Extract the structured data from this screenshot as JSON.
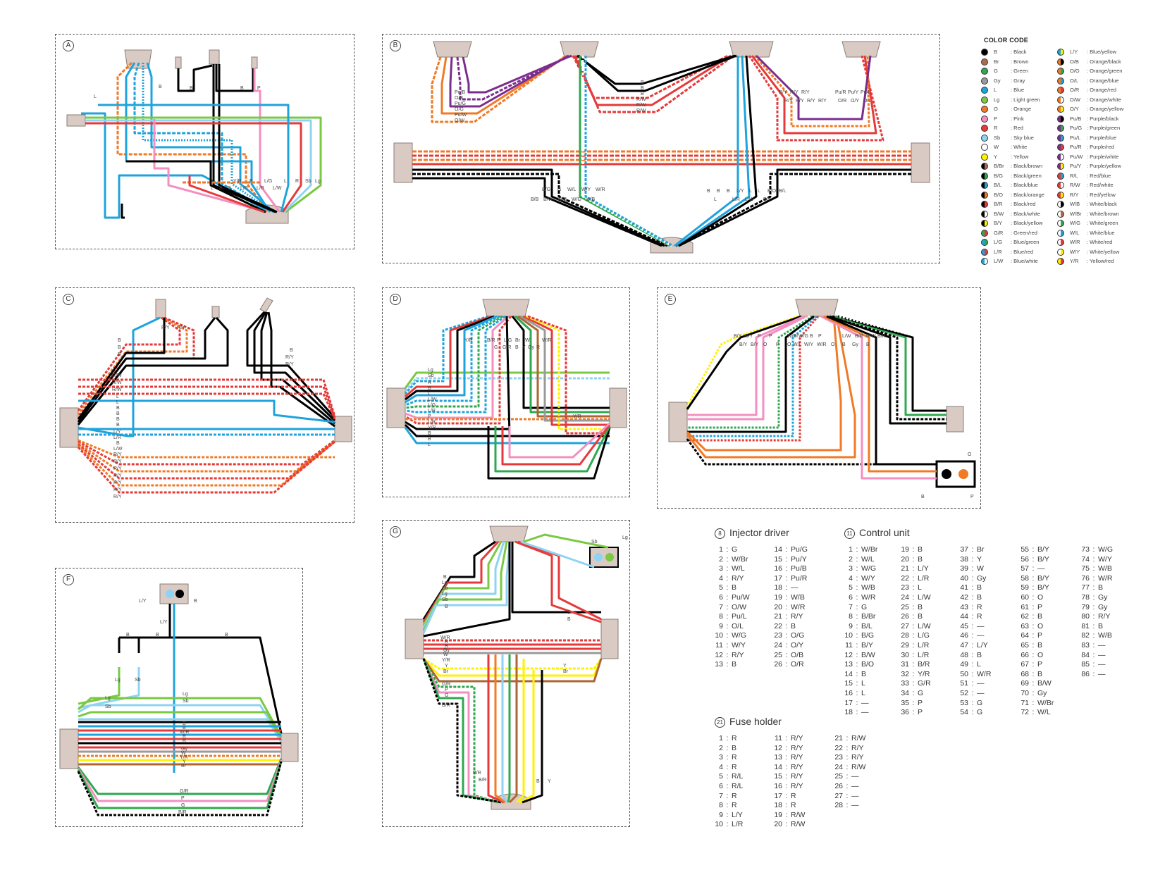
{
  "panels": {
    "a": {
      "letter": "A"
    },
    "b": {
      "letter": "B"
    },
    "c": {
      "letter": "C"
    },
    "d": {
      "letter": "D"
    },
    "e": {
      "letter": "E"
    },
    "f": {
      "letter": "F"
    },
    "g": {
      "letter": "G"
    }
  },
  "wire_labels": {
    "a_bottom": [
      "L",
      "B",
      "B",
      "Y/R",
      "L/R",
      "P",
      "L/R",
      "L/G",
      "L/W",
      "L",
      "R",
      "Sb",
      "Lg"
    ],
    "a_top": [
      "B",
      "B",
      "B",
      "P"
    ],
    "a_left": [
      "L"
    ],
    "b_left": [
      "Pu/B",
      "O/B",
      "Pu/G",
      "O/G",
      "Pu/W",
      "O/W"
    ],
    "b_top": [
      "B",
      "B",
      "B",
      "R/W",
      "R/W",
      "R/W"
    ],
    "b_right": [
      "R/Y",
      "R/Y",
      "R/Y",
      "R/Y",
      "R/Y",
      "R/Y",
      "R/Y",
      "Pu/R",
      "Pu/Y",
      "Pu/L",
      "O/R",
      "O/Y",
      "O/L"
    ],
    "b_bottom_left": [
      "B/G",
      "G",
      "W/L",
      "W/Y",
      "W/R",
      "B/B",
      "B/W",
      "W/B",
      "W/G",
      "W/B"
    ],
    "b_bottom_right": [
      "B",
      "B",
      "B",
      "L/Y",
      "L",
      "L",
      "B/O",
      "B/L",
      "L",
      "L/R",
      "L/W",
      "B/Y"
    ],
    "c_top": [
      "R/Y",
      "R/Y"
    ],
    "c_left": [
      "B",
      "B",
      "B",
      "R/W",
      "R/W",
      "R/W",
      "L",
      "L",
      "B",
      "B",
      "B",
      "B",
      "L/Y",
      "L/R",
      "B",
      "L/W",
      "R/Y",
      "R/Y",
      "R/Y",
      "R/Y",
      "R/Y",
      "R/Y",
      "R/Y"
    ],
    "c_right": [
      "B",
      "R/Y",
      "R/Y"
    ],
    "d_top": [
      "Y/R",
      "B/R",
      "P",
      "L/G",
      "Br",
      "W",
      "W/R",
      "G",
      "G/R",
      "B",
      "Y",
      "Gy",
      "R"
    ],
    "d_left": [
      "Lg",
      "Sb",
      "R",
      "B",
      "L",
      "L/W",
      "L/G",
      "L/R",
      "P",
      "L/R",
      "Y/R",
      "B",
      "B",
      "L"
    ],
    "d_right": [
      "Y/R"
    ],
    "e_top": [
      "B/Y",
      "B/Y",
      "P",
      "P",
      "W/Br",
      "W/G",
      "B",
      "P",
      "L/W",
      "B/R",
      "R/W",
      "B/R",
      "B/Y",
      "B/Y",
      "O",
      "P",
      "O",
      "W/L",
      "W/Y",
      "W/R",
      "O",
      "B",
      "Gy",
      "B"
    ],
    "e_connector": [
      "O",
      "B",
      "P"
    ],
    "f_connector": [
      "L/Y",
      "B"
    ],
    "f_labels": [
      "L/Y",
      "B",
      "B",
      "B",
      "Lg",
      "Sb",
      "Lg",
      "Sb",
      "Lg",
      "Sb",
      "B",
      "B",
      "W/R",
      "R",
      "R",
      "Gy",
      "W",
      "Y/R",
      "Y",
      "Br",
      "G/R",
      "P",
      "G",
      "B/R"
    ],
    "g_left": [
      "B",
      "Lg",
      "Sb",
      "Lg",
      "Sb",
      "B",
      "W/R",
      "R",
      "R",
      "Gy",
      "W",
      "Y/R",
      "Y",
      "Br",
      "G/R",
      "P",
      "G",
      "B/R",
      "B/R",
      "B/R"
    ],
    "g_right": [
      "B",
      "B",
      "Y",
      "Br"
    ],
    "g_connector": [
      "Sb",
      "Lg"
    ],
    "g_bottom": [
      "B",
      "Y"
    ]
  },
  "color_code": {
    "title": "COLOR CODE",
    "left": [
      {
        "code": "B",
        "name": ": Black",
        "color": "#000000"
      },
      {
        "code": "Br",
        "name": ": Brown",
        "color": "#b06b4f"
      },
      {
        "code": "G",
        "name": ": Green",
        "color": "#2fa84f"
      },
      {
        "code": "Gy",
        "name": ": Gray",
        "color": "#9a9a9a"
      },
      {
        "code": "L",
        "name": ": Blue",
        "color": "#1fa3dc"
      },
      {
        "code": "Lg",
        "name": ": Light green",
        "color": "#7ac943"
      },
      {
        "code": "O",
        "name": ": Orange",
        "color": "#f07a26"
      },
      {
        "code": "P",
        "name": ": Pink",
        "color": "#f48fc0"
      },
      {
        "code": "R",
        "name": ": Red",
        "color": "#e53a3a"
      },
      {
        "code": "Sb",
        "name": ": Sky blue",
        "color": "#8fd3f4"
      },
      {
        "code": "W",
        "name": ": White",
        "color": "#ffffff"
      },
      {
        "code": "Y",
        "name": ": Yellow",
        "color": "#fff200"
      },
      {
        "code": "B/Br",
        "name": ": Black/brown",
        "color": "#000000",
        "stripe": "#b06b4f"
      },
      {
        "code": "B/G",
        "name": ": Black/green",
        "color": "#000000",
        "stripe": "#2fa84f"
      },
      {
        "code": "B/L",
        "name": ": Black/blue",
        "color": "#000000",
        "stripe": "#1fa3dc"
      },
      {
        "code": "B/O",
        "name": ": Black/orange",
        "color": "#000000",
        "stripe": "#f07a26"
      },
      {
        "code": "B/R",
        "name": ": Black/red",
        "color": "#000000",
        "stripe": "#e53a3a"
      },
      {
        "code": "B/W",
        "name": ": Black/white",
        "color": "#000000",
        "stripe": "#ffffff"
      },
      {
        "code": "B/Y",
        "name": ": Black/yellow",
        "color": "#000000",
        "stripe": "#fff200"
      },
      {
        "code": "G/R",
        "name": ": Green/red",
        "color": "#2fa84f",
        "stripe": "#e53a3a"
      },
      {
        "code": "L/G",
        "name": ": Blue/green",
        "color": "#1fa3dc",
        "stripe": "#2fa84f"
      },
      {
        "code": "L/R",
        "name": ": Blue/red",
        "color": "#1fa3dc",
        "stripe": "#e53a3a"
      },
      {
        "code": "L/W",
        "name": ": Blue/white",
        "color": "#1fa3dc",
        "stripe": "#ffffff"
      }
    ],
    "right": [
      {
        "code": "L/Y",
        "name": ": Blue/yellow",
        "color": "#1fa3dc",
        "stripe": "#fff200"
      },
      {
        "code": "O/B",
        "name": ": Orange/black",
        "color": "#f07a26",
        "stripe": "#000000"
      },
      {
        "code": "O/G",
        "name": ": Orange/green",
        "color": "#f07a26",
        "stripe": "#2fa84f"
      },
      {
        "code": "O/L",
        "name": ": Orange/blue",
        "color": "#f07a26",
        "stripe": "#1fa3dc"
      },
      {
        "code": "O/R",
        "name": ": Orange/red",
        "color": "#f07a26",
        "stripe": "#e53a3a"
      },
      {
        "code": "O/W",
        "name": ": Orange/white",
        "color": "#f07a26",
        "stripe": "#ffffff"
      },
      {
        "code": "O/Y",
        "name": ": Orange/yellow",
        "color": "#f07a26",
        "stripe": "#fff200"
      },
      {
        "code": "Pu/B",
        "name": ": Purple/black",
        "color": "#7b2d8e",
        "stripe": "#000000"
      },
      {
        "code": "Pu/G",
        "name": ": Purple/green",
        "color": "#7b2d8e",
        "stripe": "#2fa84f"
      },
      {
        "code": "Pu/L",
        "name": ": Purple/blue",
        "color": "#7b2d8e",
        "stripe": "#1fa3dc"
      },
      {
        "code": "Pu/R",
        "name": ": Purple/red",
        "color": "#7b2d8e",
        "stripe": "#e53a3a"
      },
      {
        "code": "Pu/W",
        "name": ": Purple/white",
        "color": "#7b2d8e",
        "stripe": "#ffffff"
      },
      {
        "code": "Pu/Y",
        "name": ": Purple/yellow",
        "color": "#7b2d8e",
        "stripe": "#fff200"
      },
      {
        "code": "R/L",
        "name": ": Red/blue",
        "color": "#e53a3a",
        "stripe": "#1fa3dc"
      },
      {
        "code": "R/W",
        "name": ": Red/white",
        "color": "#e53a3a",
        "stripe": "#ffffff"
      },
      {
        "code": "R/Y",
        "name": ": Red/yellow",
        "color": "#e53a3a",
        "stripe": "#fff200"
      },
      {
        "code": "W/B",
        "name": ": White/black",
        "color": "#ffffff",
        "stripe": "#000000"
      },
      {
        "code": "W/Br",
        "name": ": White/brown",
        "color": "#ffffff",
        "stripe": "#b06b4f"
      },
      {
        "code": "W/G",
        "name": ": White/green",
        "color": "#ffffff",
        "stripe": "#2fa84f"
      },
      {
        "code": "W/L",
        "name": ": White/blue",
        "color": "#ffffff",
        "stripe": "#1fa3dc"
      },
      {
        "code": "W/R",
        "name": ": White/red",
        "color": "#ffffff",
        "stripe": "#e53a3a"
      },
      {
        "code": "W/Y",
        "name": ": White/yellow",
        "color": "#ffffff",
        "stripe": "#fff200"
      },
      {
        "code": "Y/R",
        "name": ": Yellow/red",
        "color": "#fff200",
        "stripe": "#e53a3a"
      }
    ]
  },
  "injector_driver": {
    "num": "8",
    "title": "Injector driver",
    "col1": [
      [
        "1",
        "G"
      ],
      [
        "2",
        "W/Br"
      ],
      [
        "3",
        "W/L"
      ],
      [
        "4",
        "R/Y"
      ],
      [
        "5",
        "B"
      ],
      [
        "6",
        "Pu/W"
      ],
      [
        "7",
        "O/W"
      ],
      [
        "8",
        "Pu/L"
      ],
      [
        "9",
        "O/L"
      ],
      [
        "10",
        "W/G"
      ],
      [
        "11",
        "W/Y"
      ],
      [
        "12",
        "R/Y"
      ],
      [
        "13",
        "B"
      ]
    ],
    "col2": [
      [
        "14",
        "Pu/G"
      ],
      [
        "15",
        "Pu/Y"
      ],
      [
        "16",
        "Pu/B"
      ],
      [
        "17",
        "Pu/R"
      ],
      [
        "18",
        "—"
      ],
      [
        "19",
        "W/B"
      ],
      [
        "20",
        "W/R"
      ],
      [
        "21",
        "R/Y"
      ],
      [
        "22",
        "B"
      ],
      [
        "23",
        "O/G"
      ],
      [
        "24",
        "O/Y"
      ],
      [
        "25",
        "O/B"
      ],
      [
        "26",
        "O/R"
      ]
    ]
  },
  "control_unit": {
    "num": "11",
    "title": "Control unit",
    "col1": [
      [
        "1",
        "W/Br"
      ],
      [
        "2",
        "W/L"
      ],
      [
        "3",
        "W/G"
      ],
      [
        "4",
        "W/Y"
      ],
      [
        "5",
        "W/B"
      ],
      [
        "6",
        "W/R"
      ],
      [
        "7",
        "G"
      ],
      [
        "8",
        "B/Br"
      ],
      [
        "9",
        "B/L"
      ],
      [
        "10",
        "B/G"
      ],
      [
        "11",
        "B/Y"
      ],
      [
        "12",
        "B/W"
      ],
      [
        "13",
        "B/O"
      ],
      [
        "14",
        "B"
      ],
      [
        "15",
        "L"
      ],
      [
        "16",
        "L"
      ],
      [
        "17",
        "—"
      ],
      [
        "18",
        "—"
      ]
    ],
    "col2": [
      [
        "19",
        "B"
      ],
      [
        "20",
        "B"
      ],
      [
        "21",
        "L/Y"
      ],
      [
        "22",
        "L/R"
      ],
      [
        "23",
        "L"
      ],
      [
        "24",
        "L/W"
      ],
      [
        "25",
        "B"
      ],
      [
        "26",
        "B"
      ],
      [
        "27",
        "L/W"
      ],
      [
        "28",
        "L/G"
      ],
      [
        "29",
        "L/R"
      ],
      [
        "30",
        "L/R"
      ],
      [
        "31",
        "B/R"
      ],
      [
        "32",
        "Y/R"
      ],
      [
        "33",
        "G/R"
      ],
      [
        "34",
        "G"
      ],
      [
        "35",
        "P"
      ],
      [
        "36",
        "P"
      ]
    ],
    "col3": [
      [
        "37",
        "Br"
      ],
      [
        "38",
        "Y"
      ],
      [
        "39",
        "W"
      ],
      [
        "40",
        "Gy"
      ],
      [
        "41",
        "B"
      ],
      [
        "42",
        "B"
      ],
      [
        "43",
        "R"
      ],
      [
        "44",
        "R"
      ],
      [
        "45",
        "—"
      ],
      [
        "46",
        "—"
      ],
      [
        "47",
        "L/Y"
      ],
      [
        "48",
        "B"
      ],
      [
        "49",
        "L"
      ],
      [
        "50",
        "W/R"
      ],
      [
        "51",
        "—"
      ],
      [
        "52",
        "—"
      ],
      [
        "53",
        "G"
      ],
      [
        "54",
        "G"
      ]
    ],
    "col4": [
      [
        "55",
        "B/Y"
      ],
      [
        "56",
        "B/Y"
      ],
      [
        "57",
        "—"
      ],
      [
        "58",
        "B/Y"
      ],
      [
        "59",
        "B/Y"
      ],
      [
        "60",
        "O"
      ],
      [
        "61",
        "P"
      ],
      [
        "62",
        "B"
      ],
      [
        "63",
        "O"
      ],
      [
        "64",
        "P"
      ],
      [
        "65",
        "B"
      ],
      [
        "66",
        "O"
      ],
      [
        "67",
        "P"
      ],
      [
        "68",
        "B"
      ],
      [
        "69",
        "B/W"
      ],
      [
        "70",
        "Gy"
      ],
      [
        "71",
        "W/Br"
      ],
      [
        "72",
        "W/L"
      ]
    ],
    "col5": [
      [
        "73",
        "W/G"
      ],
      [
        "74",
        "W/Y"
      ],
      [
        "75",
        "W/B"
      ],
      [
        "76",
        "W/R"
      ],
      [
        "77",
        "B"
      ],
      [
        "78",
        "Gy"
      ],
      [
        "79",
        "Gy"
      ],
      [
        "80",
        "R/Y"
      ],
      [
        "81",
        "B"
      ],
      [
        "82",
        "W/B"
      ],
      [
        "83",
        "—"
      ],
      [
        "84",
        "—"
      ],
      [
        "85",
        "—"
      ],
      [
        "86",
        "—"
      ]
    ]
  },
  "fuse_holder": {
    "num": "21",
    "title": "Fuse holder",
    "col1": [
      [
        "1",
        "R"
      ],
      [
        "2",
        "B"
      ],
      [
        "3",
        "R"
      ],
      [
        "4",
        "R"
      ],
      [
        "5",
        "R/L"
      ],
      [
        "6",
        "R/L"
      ],
      [
        "7",
        "R"
      ],
      [
        "8",
        "R"
      ],
      [
        "9",
        "L/Y"
      ],
      [
        "10",
        "L/R"
      ]
    ],
    "col2": [
      [
        "11",
        "R/Y"
      ],
      [
        "12",
        "R/Y"
      ],
      [
        "13",
        "R/Y"
      ],
      [
        "14",
        "R/Y"
      ],
      [
        "15",
        "R/Y"
      ],
      [
        "16",
        "R/Y"
      ],
      [
        "17",
        "R"
      ],
      [
        "18",
        "R"
      ],
      [
        "19",
        "R/W"
      ],
      [
        "20",
        "R/W"
      ]
    ],
    "col3": [
      [
        "21",
        "R/W"
      ],
      [
        "22",
        "R/Y"
      ],
      [
        "23",
        "R/Y"
      ],
      [
        "24",
        "R/W"
      ],
      [
        "25",
        "—"
      ],
      [
        "26",
        "—"
      ],
      [
        "27",
        "—"
      ],
      [
        "28",
        "—"
      ]
    ]
  }
}
